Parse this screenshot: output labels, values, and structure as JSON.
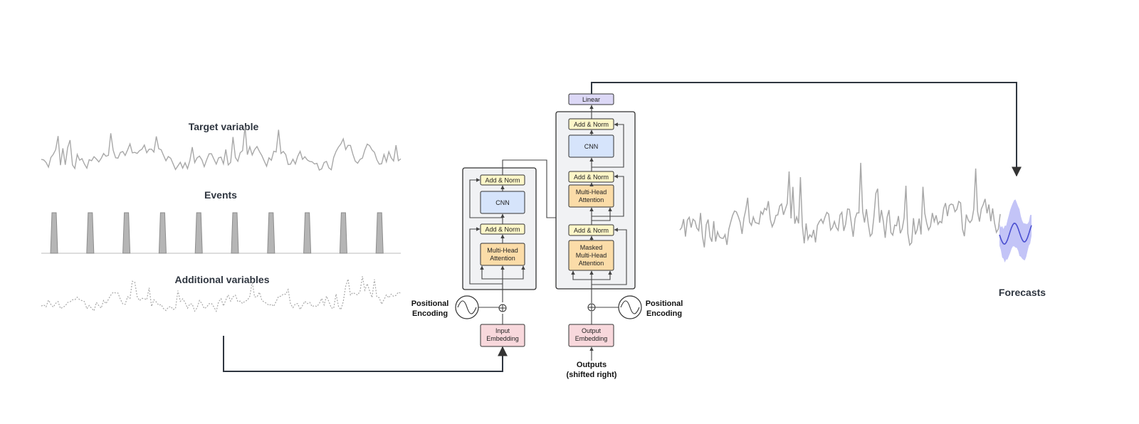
{
  "labels": {
    "target_variable": "Target variable",
    "events": "Events",
    "additional_variables": "Additional variables",
    "forecasts": "Forecasts",
    "positional_encoding_line1": "Positional",
    "positional_encoding_line2": "Encoding",
    "outputs_line1": "Outputs",
    "outputs_line2": "(shifted right)"
  },
  "encoder": {
    "add_norm_top": "Add & Norm",
    "cnn": "CNN",
    "add_norm_bottom": "Add & Norm",
    "mha_line1": "Multi-Head",
    "mha_line2": "Attention",
    "input_embedding_line1": "Input",
    "input_embedding_line2": "Embedding"
  },
  "decoder": {
    "linear": "Linear",
    "add_norm_1": "Add & Norm",
    "cnn": "CNN",
    "add_norm_2": "Add & Norm",
    "mha_line1": "Multi-Head",
    "mha_line2": "Attention",
    "add_norm_3": "Add & Norm",
    "masked_mha_line1": "Masked",
    "masked_mha_line2": "Multi-Head",
    "masked_mha_line3": "Attention",
    "output_embedding_line1": "Output",
    "output_embedding_line2": "Embedding"
  },
  "colors": {
    "addnorm_fill": "#fdf6c8",
    "cnn_fill": "#d6e4fb",
    "attention_fill": "#fbdca8",
    "embedding_fill": "#f8d8dc",
    "linear_fill": "#dcd8f6",
    "panel_fill": "#f1f2f4",
    "series_gray": "#a8a8a8",
    "forecast_line": "#4a4fd0",
    "forecast_band": "#b8baf6"
  },
  "event_count": 10
}
